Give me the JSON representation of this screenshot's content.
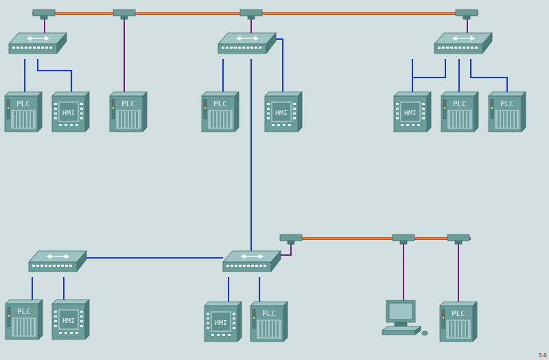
{
  "labels": {
    "plc": "PLC",
    "hmi": "HMI"
  },
  "version": "3.6",
  "colors": {
    "background": "#d3e0e1",
    "ethernet_link": "#1a35d6",
    "drop_link": "#7a1a86",
    "bus": "#e0682b",
    "device_face": "#6a9c9a"
  },
  "devices": [
    {
      "name": "switch-1",
      "kind": "switch"
    },
    {
      "name": "switch-2",
      "kind": "switch"
    },
    {
      "name": "switch-3",
      "kind": "switch"
    },
    {
      "name": "switch-4",
      "kind": "switch"
    },
    {
      "name": "switch-5",
      "kind": "switch"
    },
    {
      "name": "plc-1",
      "kind": "plc"
    },
    {
      "name": "hmi-1",
      "kind": "hmi"
    },
    {
      "name": "plc-2",
      "kind": "plc"
    },
    {
      "name": "plc-3",
      "kind": "plc"
    },
    {
      "name": "hmi-2",
      "kind": "hmi"
    },
    {
      "name": "hmi-3",
      "kind": "hmi"
    },
    {
      "name": "plc-4",
      "kind": "plc"
    },
    {
      "name": "plc-5",
      "kind": "plc"
    },
    {
      "name": "plc-6",
      "kind": "plc"
    },
    {
      "name": "hmi-4",
      "kind": "hmi"
    },
    {
      "name": "hmi-5",
      "kind": "hmi"
    },
    {
      "name": "plc-7",
      "kind": "plc"
    },
    {
      "name": "workstation-1",
      "kind": "workstation"
    },
    {
      "name": "plc-8",
      "kind": "plc"
    }
  ]
}
